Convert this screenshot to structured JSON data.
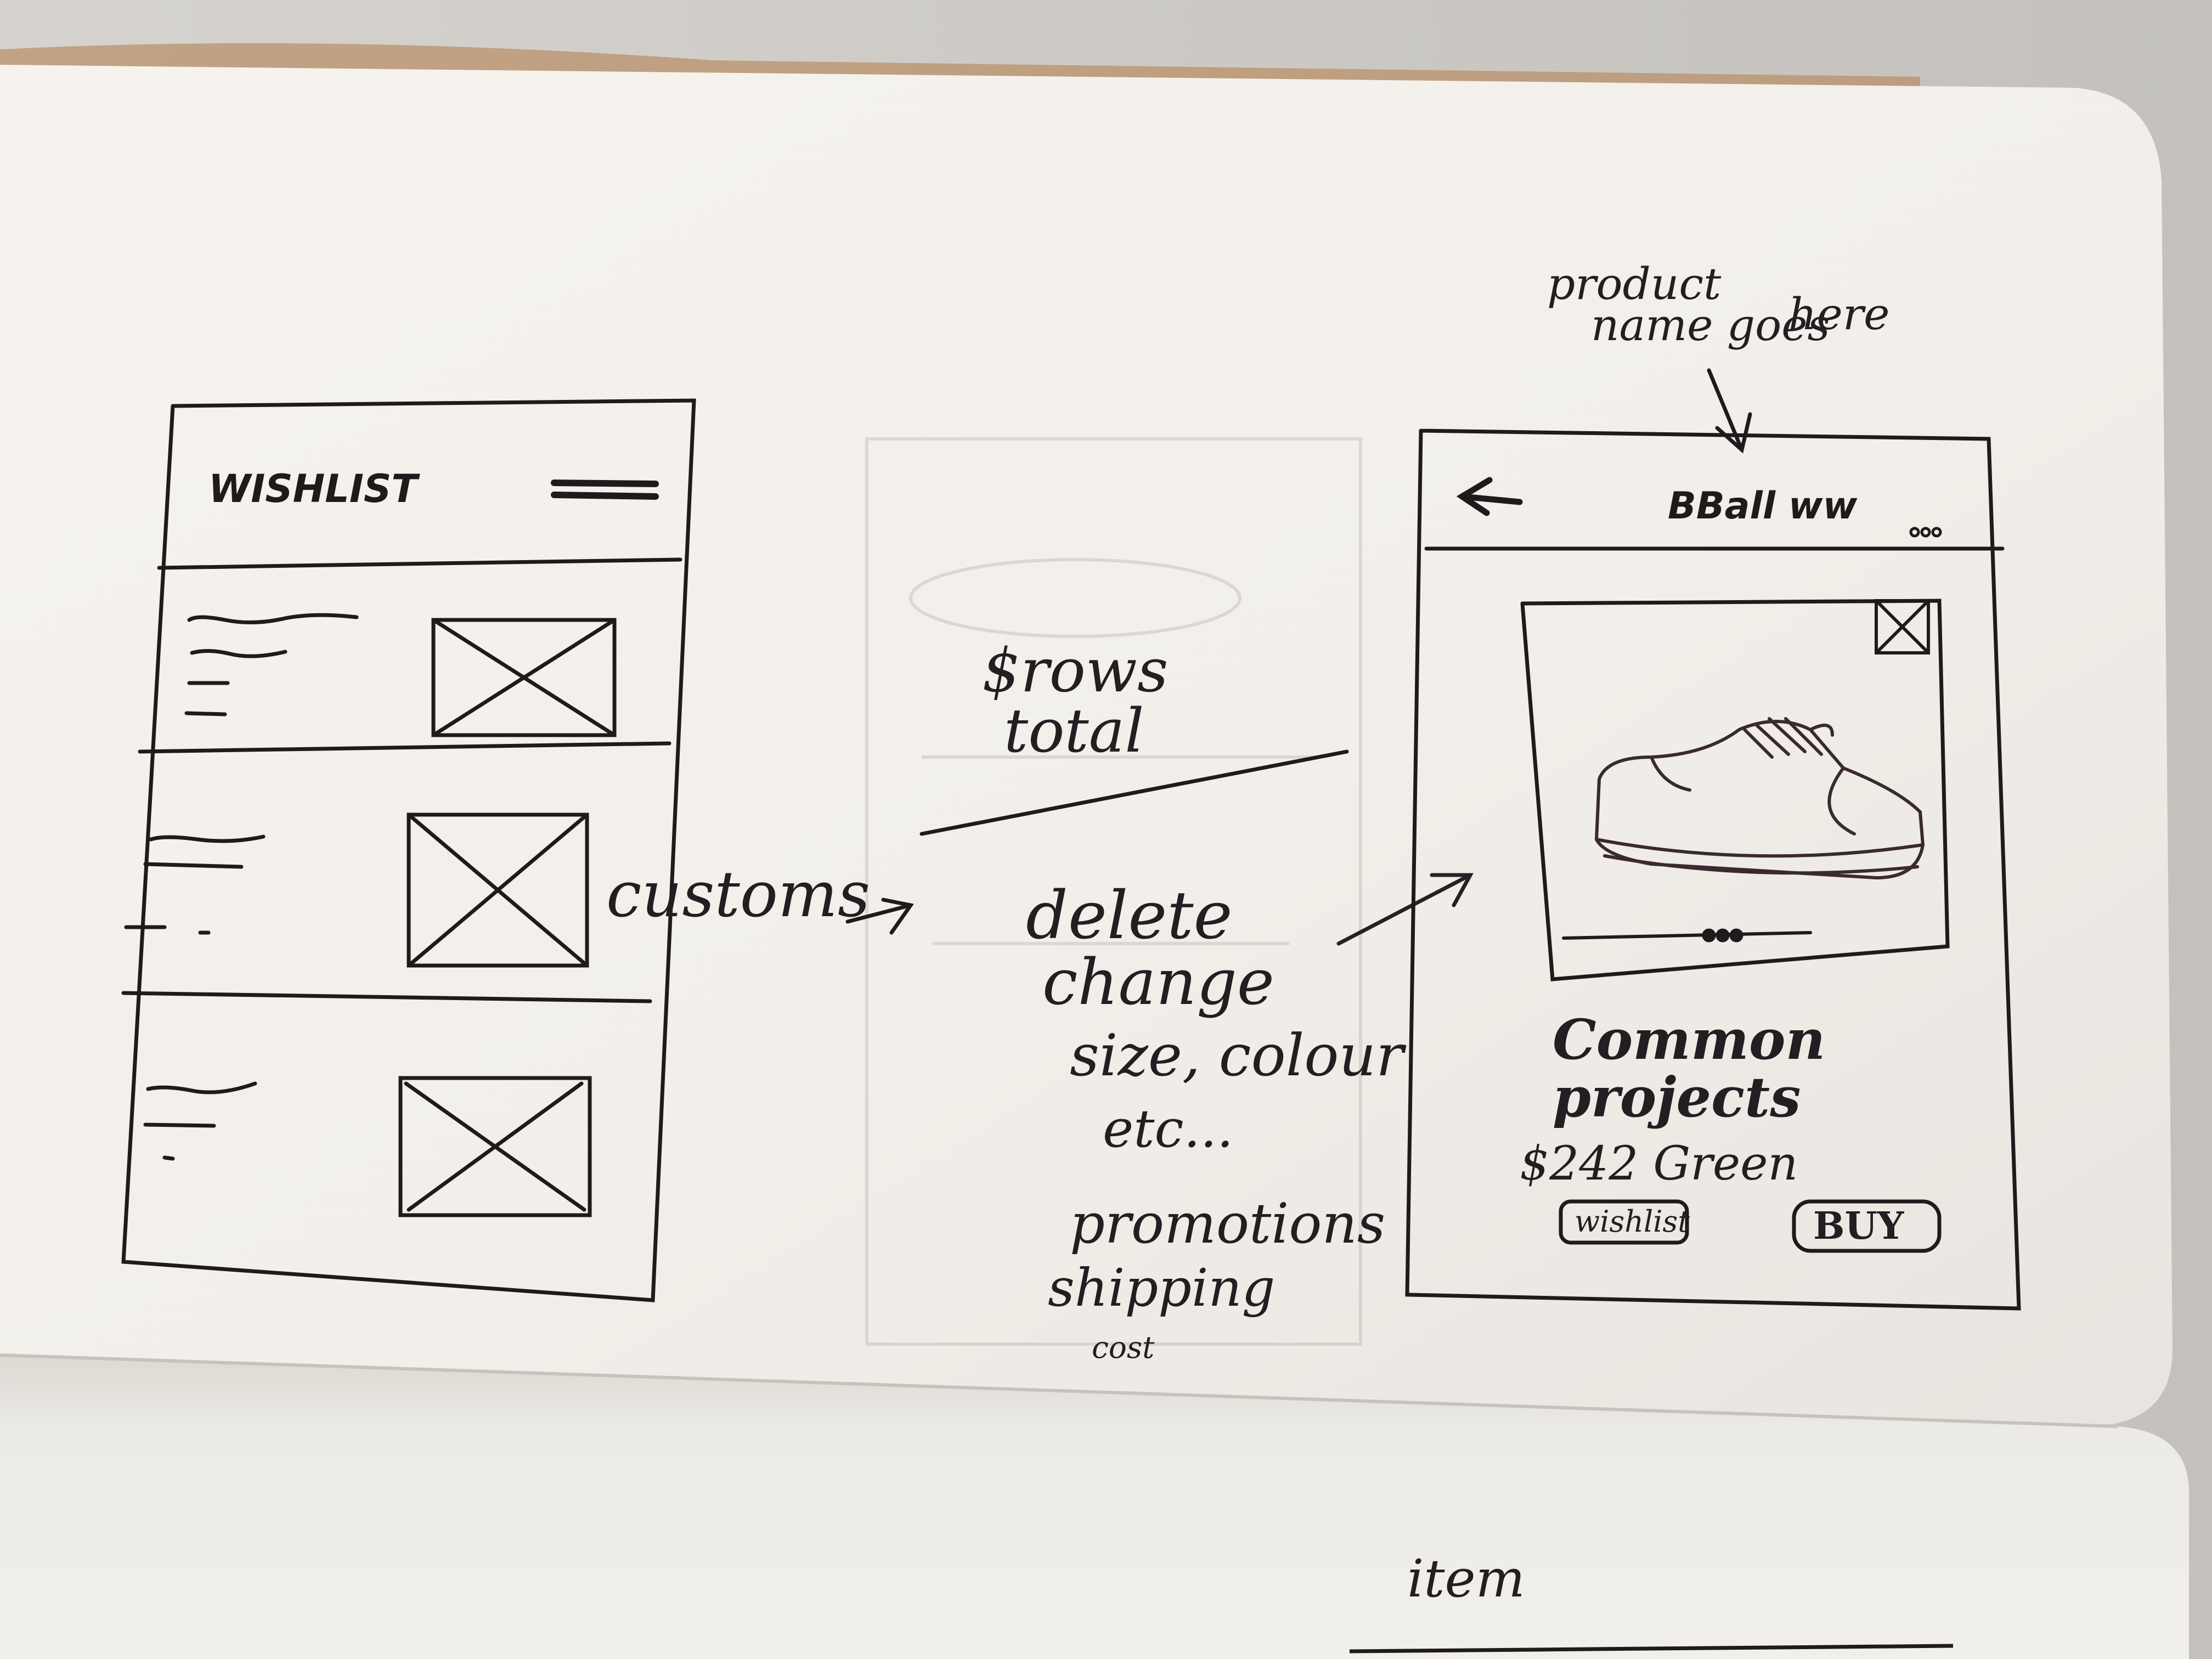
{
  "wishlist_screen": {
    "title": "WISHLIST",
    "menu_icon": "hamburger-icon",
    "items": [
      {
        "thumb_icon": "image-placeholder-icon"
      },
      {
        "thumb_icon": "image-placeholder-icon"
      },
      {
        "thumb_icon": "image-placeholder-icon"
      }
    ]
  },
  "options_note": {
    "label": "customs",
    "header": [
      "$rows",
      "total"
    ],
    "list": [
      "delete",
      "change",
      "size, colour",
      "etc...",
      "promotions",
      "shipping",
      "cost"
    ]
  },
  "product_screen": {
    "annotation": [
      "product",
      "name goes",
      "here"
    ],
    "back_icon": "arrow-left-icon",
    "title": "BBall ww",
    "more_icon": "ellipsis-icon",
    "close_icon": "close-box-icon",
    "image_icon": "sneaker-icon",
    "product_name": [
      "Common",
      "projects"
    ],
    "details": "$242 Green",
    "buttons": {
      "left": "wishlist",
      "right": "BUY"
    }
  },
  "lower_page": {
    "label": "item"
  }
}
